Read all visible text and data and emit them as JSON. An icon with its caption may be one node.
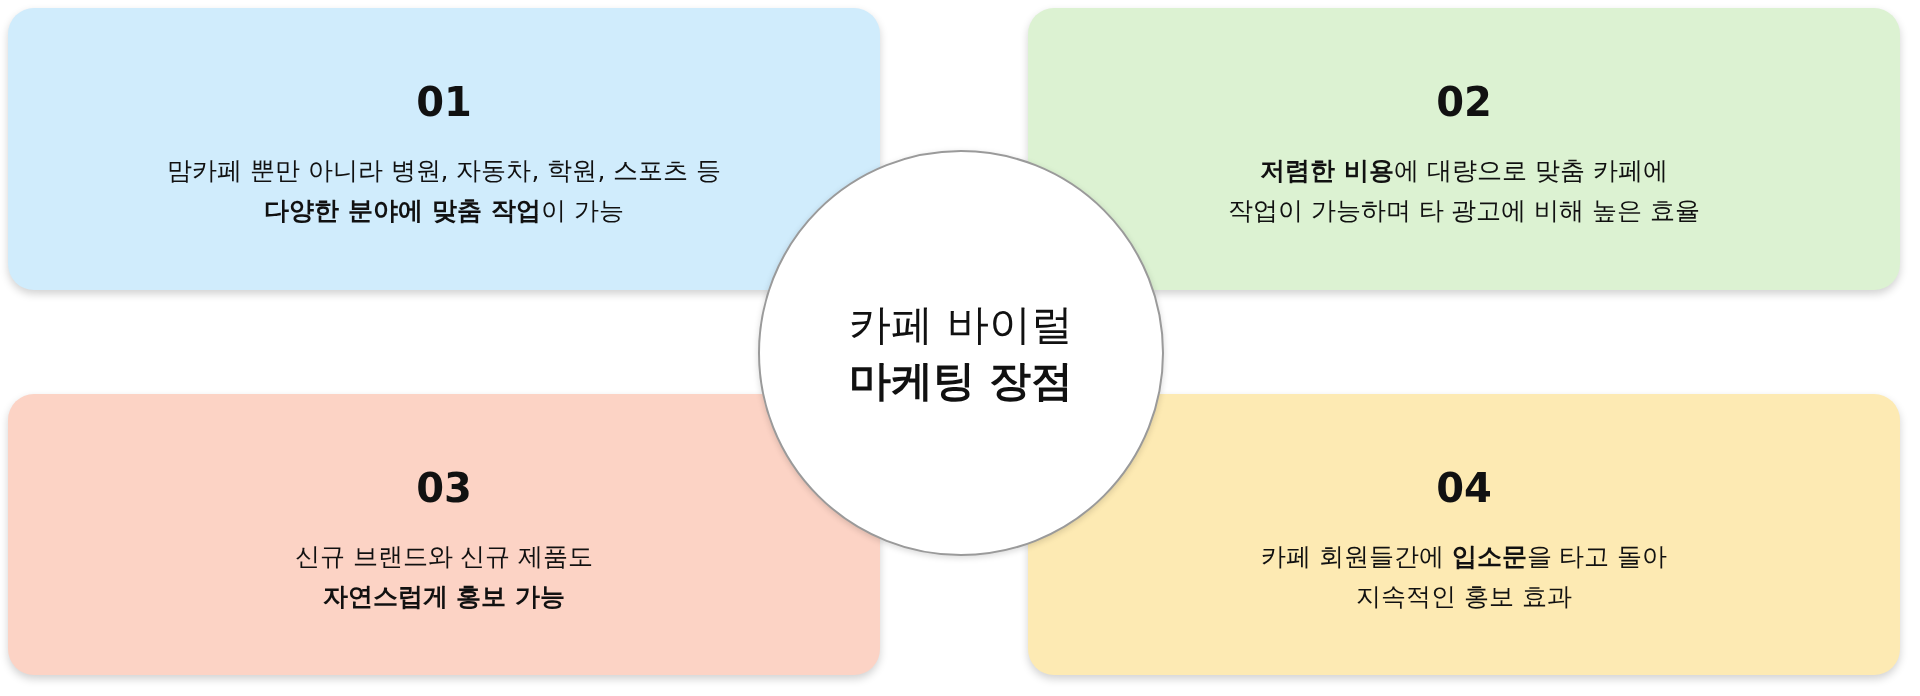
{
  "diagram": {
    "nodes": [
      {
        "text": [
          "01",
          "맘카페 뿐만 아니라 병원, 자동차, 학원, 스포츠 등 **다양한 분야에 맞춤 작업**이 가능"
        ]
      },
      {
        "text": [
          "02",
          "**저렴한 비용**에 대량으로 맞춤 카페에 작업이 가능하며 타 광고에 비해 높은 효율"
        ]
      },
      {
        "text": [
          "03",
          "신규 브랜드와 신규 제품도 **자연스럽게 홍보 가능**"
        ]
      },
      {
        "text": [
          "04",
          "카페 회원들간에 **입소문**을 타고 돌아 지속적인 홍보 효과"
        ]
      },
      {
        "text": [
          "카페 바이럴 **마케팅 장점**"
        ]
      }
    ]
  }
}
